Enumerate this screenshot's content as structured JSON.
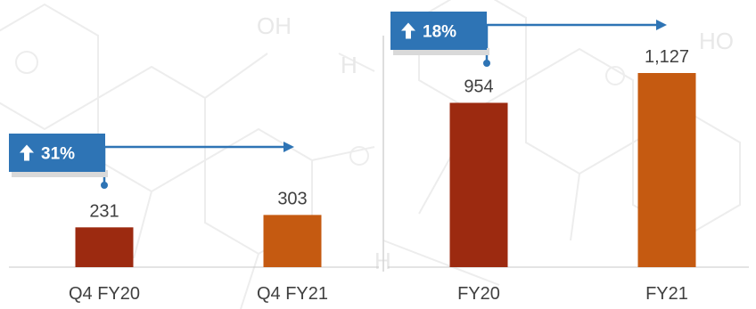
{
  "colors": {
    "previous": "#9c2a10",
    "current": "#c55a11",
    "badge": "#2e74b5"
  },
  "chart_data": [
    {
      "type": "bar",
      "categories": [
        "Q4 FY20",
        "Q4 FY21"
      ],
      "values": [
        231,
        303
      ],
      "value_labels": [
        "231",
        "303"
      ],
      "growth_badge": {
        "icon": "arrow-up-icon",
        "text": "31%"
      }
    },
    {
      "type": "bar",
      "categories": [
        "FY20",
        "FY21"
      ],
      "values": [
        954,
        1127
      ],
      "value_labels": [
        "954",
        "1,127"
      ],
      "growth_badge": {
        "icon": "arrow-up-icon",
        "text": "18%"
      }
    }
  ]
}
